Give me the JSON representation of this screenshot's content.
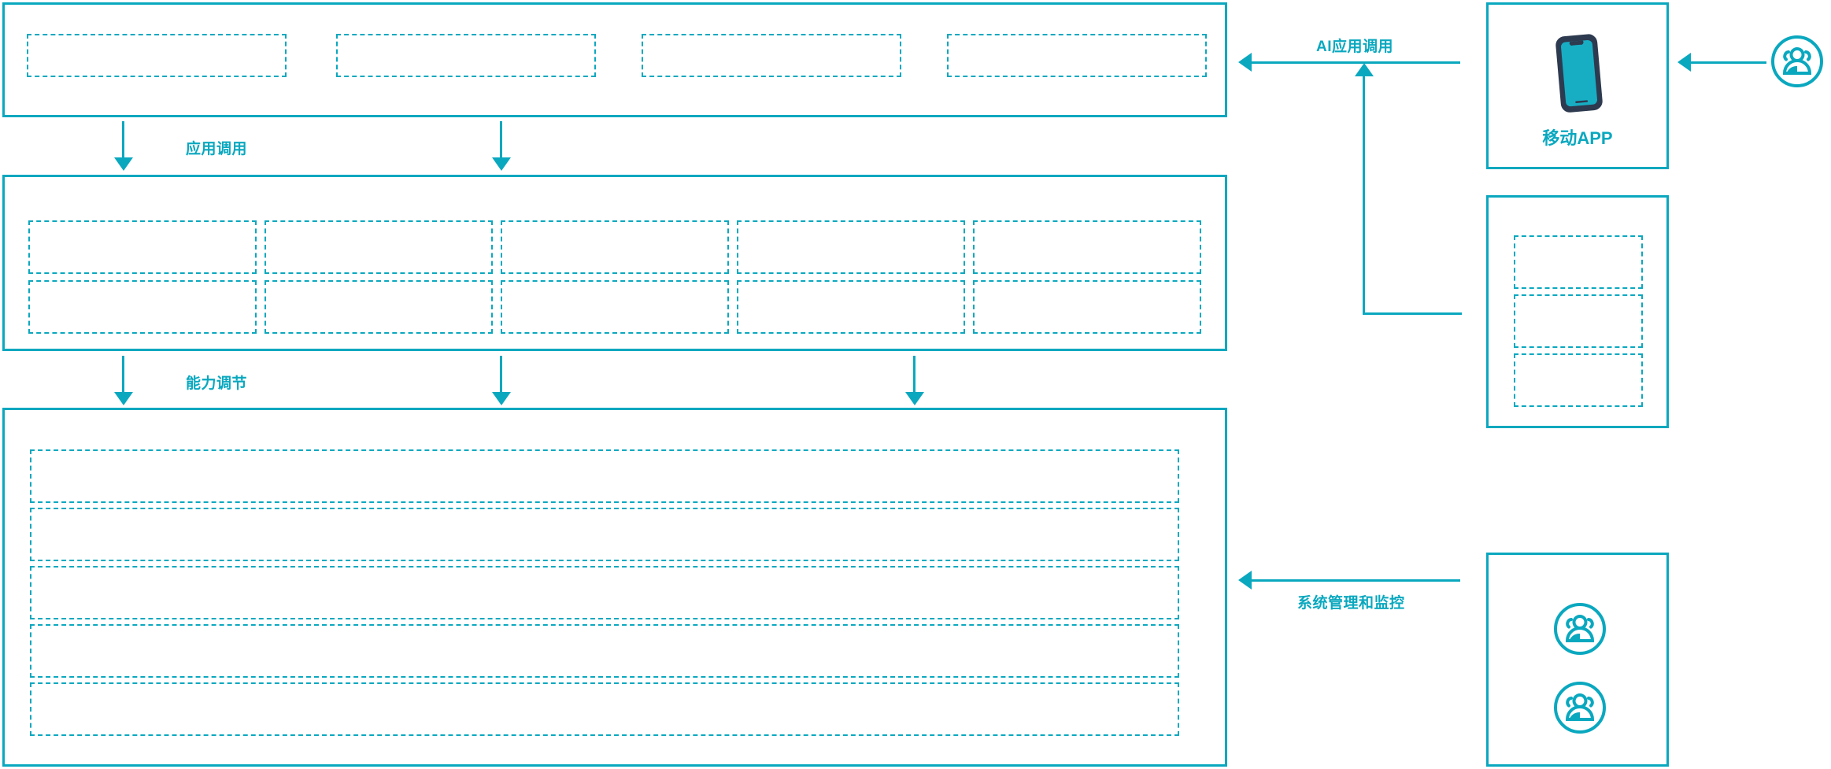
{
  "theme": {
    "accent": "#0aa8bf",
    "dark": "#2d3a4f",
    "background": "#ffffff"
  },
  "diagram": {
    "title": "",
    "layers": [
      {
        "id": "application-layer",
        "name": "application-layer",
        "slots": [
          {
            "label": ""
          },
          {
            "label": ""
          },
          {
            "label": ""
          },
          {
            "label": ""
          }
        ]
      },
      {
        "id": "capability-layer",
        "name": "capability-layer",
        "slots": [
          {
            "label": ""
          },
          {
            "label": ""
          },
          {
            "label": ""
          },
          {
            "label": ""
          },
          {
            "label": ""
          },
          {
            "label": ""
          },
          {
            "label": ""
          },
          {
            "label": ""
          },
          {
            "label": ""
          },
          {
            "label": ""
          }
        ]
      },
      {
        "id": "platform-layer",
        "name": "platform-layer",
        "slots": [
          {
            "label": ""
          },
          {
            "label": ""
          },
          {
            "label": ""
          },
          {
            "label": ""
          },
          {
            "label": ""
          }
        ]
      }
    ],
    "connectors": [
      {
        "id": "app-call",
        "label": "应用调用",
        "direction": "down"
      },
      {
        "id": "capability-call",
        "label": "能力调节",
        "direction": "down"
      },
      {
        "id": "ai-app-call",
        "label": "AI应用调用",
        "direction": "left"
      },
      {
        "id": "system-monitor",
        "label": "系统管理和监控",
        "direction": "left"
      }
    ],
    "side_panels": [
      {
        "id": "mobile-app",
        "caption": "移动APP",
        "icon": "smartphone-icon",
        "slots": []
      },
      {
        "id": "channel-panel",
        "caption": "",
        "icon": "",
        "slots": [
          {
            "label": ""
          },
          {
            "label": ""
          },
          {
            "label": ""
          }
        ]
      },
      {
        "id": "management-panel",
        "caption": "",
        "icons": [
          "users-group-icon",
          "users-group-icon"
        ],
        "slots": []
      }
    ],
    "actors": [
      {
        "id": "end-user",
        "icon": "users-group-icon",
        "label": ""
      }
    ]
  }
}
